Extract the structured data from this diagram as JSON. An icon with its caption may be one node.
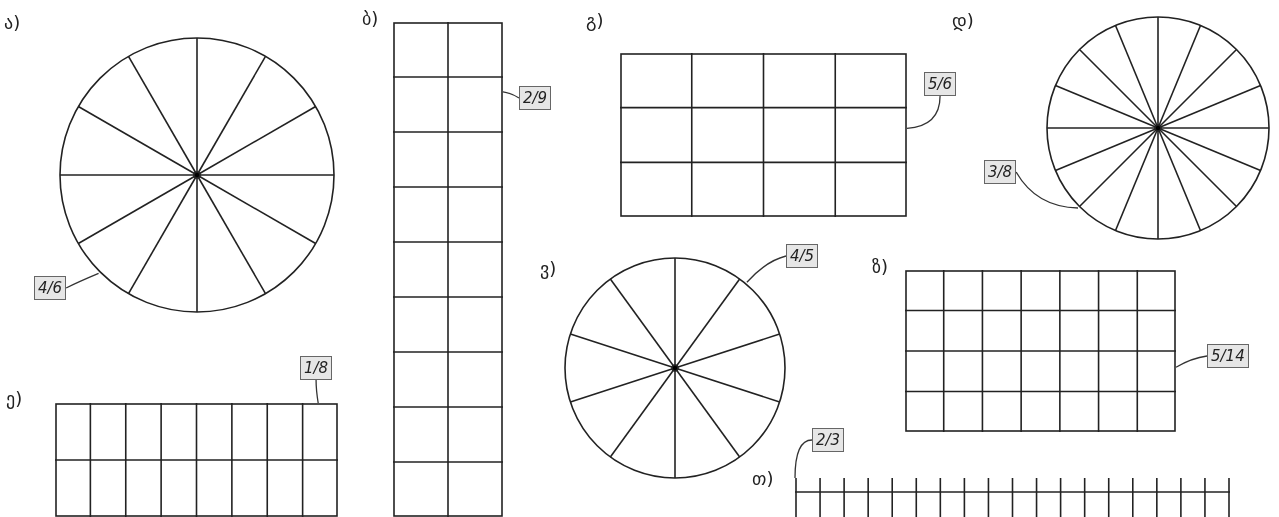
{
  "diagram": {
    "nodes": [
      {
        "text": [],
        "shape": "circle"
      },
      {
        "text": [
          "4/6"
        ]
      },
      {
        "text": [],
        "shape": "box"
      },
      {
        "text": [
          "2/9"
        ]
      },
      {
        "text": [],
        "shape": "box"
      },
      {
        "text": [
          "5/6"
        ]
      },
      {
        "text": [],
        "shape": "circle"
      },
      {
        "text": [
          "3/8"
        ]
      },
      {
        "text": [],
        "shape": "circle"
      },
      {
        "text": [
          "4/5"
        ]
      },
      {
        "text": [],
        "shape": "box"
      },
      {
        "text": [
          "5/14"
        ]
      },
      {
        "text": [],
        "shape": "box"
      },
      {
        "text": [
          "1/8"
        ]
      },
      {
        "text": [],
        "shape": "line"
      },
      {
        "text": [
          "2/3"
        ]
      }
    ],
    "edges": [
      {
        "from": 1,
        "to": 0,
        "arrow": "none"
      },
      {
        "from": 3,
        "to": 2,
        "arrow": "none"
      },
      {
        "from": 5,
        "to": 4,
        "arrow": "none"
      },
      {
        "from": 7,
        "to": 6,
        "arrow": "none"
      },
      {
        "from": 9,
        "to": 8,
        "arrow": "none"
      },
      {
        "from": 11,
        "to": 10,
        "arrow": "none"
      },
      {
        "from": 13,
        "to": 12,
        "arrow": "none"
      },
      {
        "from": 15,
        "to": 14,
        "arrow": "none"
      }
    ],
    "labels": [
      "ა)",
      "ბ)",
      "გ)",
      "დ)",
      "ვ)",
      "ზ)",
      "ე)",
      "თ)"
    ]
  }
}
